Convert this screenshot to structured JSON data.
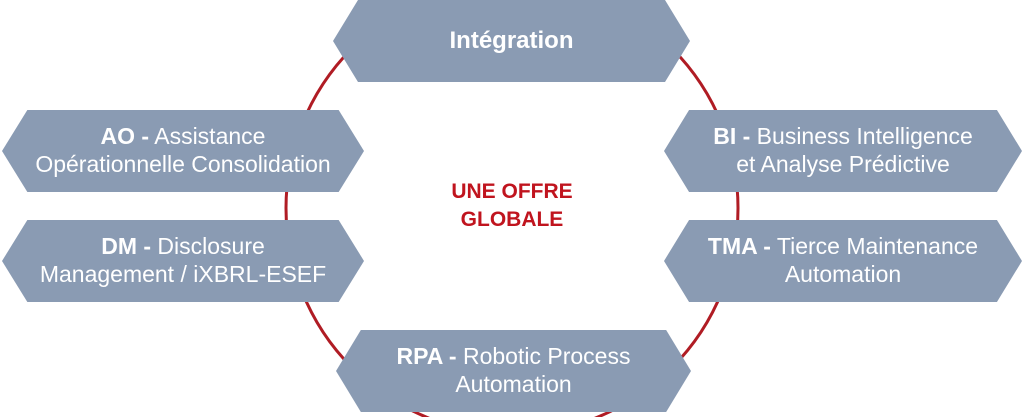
{
  "colors": {
    "node_fill": "#8a9bb3",
    "node_text": "#ffffff",
    "ring": "#b01c24",
    "center_text": "#c0141e"
  },
  "center": {
    "line1": "UNE OFFRE",
    "line2": "GLOBALE"
  },
  "nodes": {
    "integration": {
      "label": "Intégration"
    },
    "ao": {
      "abbr": "AO -",
      "line1_rest": " Assistance",
      "line2": "Opérationnelle Consolidation"
    },
    "dm": {
      "abbr": "DM -",
      "line1_rest": " Disclosure",
      "line2": "Management / iXBRL-ESEF"
    },
    "bi": {
      "abbr": "BI -",
      "line1_rest": " Business Intelligence",
      "line2": "et Analyse Prédictive"
    },
    "tma": {
      "abbr": "TMA -",
      "line1_rest": " Tierce Maintenance",
      "line2": "Automation"
    },
    "rpa": {
      "abbr": "RPA -",
      "line1_rest": " Robotic Process",
      "line2": "Automation"
    }
  }
}
